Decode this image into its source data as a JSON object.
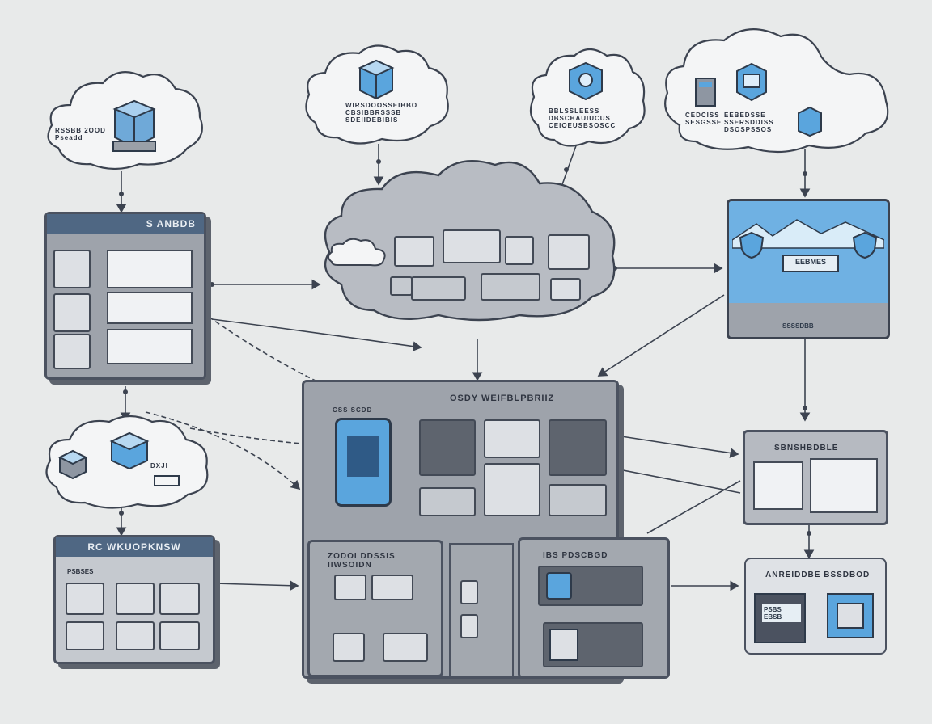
{
  "colors": {
    "background": "#e8eaea",
    "panel_fill": "#9ea3ab",
    "panel_header": "#4f6783",
    "accent_blue": "#5aa5dd",
    "line": "#3c4350"
  },
  "top_left_cloud": {
    "label": "RSSBB 2OOD\nPseadd",
    "icon": "server-cube-icon"
  },
  "top_mid_cloud": {
    "label": "WIRSDOOSSEIBBO\nCBSIBBRSSSB\nSDEIIDEBIBIS",
    "icon": "database-cube-icon"
  },
  "top_right_cloud": {
    "label": "BBLSSLEESS\nDBSCHAUIUCUS\nCEIOEUSBSOSCC",
    "icon": "server-cube-icon"
  },
  "far_right_cloud": {
    "labels": [
      "CEDCISS\nSESGSSE",
      "EEBEDSSE\nSSERSDDISS\nDSOSPSSOS"
    ],
    "icons": [
      "rack-icon",
      "server-cube-icon",
      "document-icon"
    ]
  },
  "left_panel": {
    "title": "S ANBDB"
  },
  "right_dashboard": {
    "label": "EEBMES",
    "footer": "SSSSDBB"
  },
  "central_panel": {
    "title": "OSDY WEIFBLPBRIIZ",
    "subtitle": "CSS SCDD"
  },
  "central_lower_left": {
    "title": "ZODOI DDSSIS IIWSOIDN"
  },
  "central_lower_right": {
    "title": "IBS PDSCBGD"
  },
  "mid_left_cloud": {
    "label": "DXJI",
    "icon": "box-cube-icon"
  },
  "bottom_left_panel": {
    "title": "RC WKUOPKNSW",
    "sublabel": "PSBSES"
  },
  "right_mid_panel": {
    "title": "SBNSHBDBLE"
  },
  "right_bottom_panel": {
    "title": "ANREIDDBE BSSDBOD",
    "screen_text": "PSBS\nEBSB"
  }
}
